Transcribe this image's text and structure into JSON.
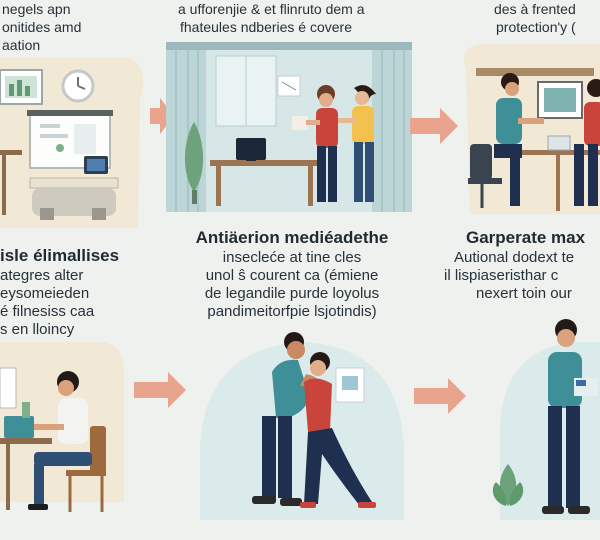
{
  "colors": {
    "background": "#eef1ee",
    "warm_panel": "#f2e8d6",
    "curtain": "#c7dde0",
    "arrow": "#e8a48d",
    "shirt_teal": "#3f8f98",
    "shirt_red": "#c9443b",
    "pants_navy": "#1e2f4f"
  },
  "panel_top_left": {
    "caption_lines": [
      "negels apn",
      "onitides amd",
      "aation"
    ],
    "icon": "office-desk-scene-icon"
  },
  "panel_top_center": {
    "caption_lines": [
      "a ufforenjie & et flinruto dem a",
      "fhateules ndberies é covere"
    ],
    "icon": "curtained-room-scene-icon"
  },
  "panel_top_right": {
    "caption_lines": [
      "des à frented",
      "protection'y ("
    ],
    "icon": "meeting-office-scene-icon"
  },
  "panel_mid_left": {
    "title": "isle élimallises",
    "body_lines": [
      "ategres alter",
      "eysomeieden",
      "é filnesiss caa",
      "s en lloincy"
    ]
  },
  "panel_mid_center": {
    "title": "Antiäerion mediéadethe",
    "body_lines": [
      "insecleće at tine cles",
      "unol ŝ courent ca (émiene",
      "de legandile purde loyolus",
      "pandimeitorfpie lsjotindis)"
    ]
  },
  "panel_mid_right": {
    "title": "Garperate max",
    "body_lines": [
      "Autional dodext te",
      "il lispiaseristhar c",
      "nexert toin our"
    ]
  },
  "icons": {
    "arrows": [
      "arrow-right-icon",
      "arrow-right-icon",
      "arrow-right-icon",
      "arrow-right-icon"
    ],
    "plants": [
      "plant-icon"
    ]
  }
}
